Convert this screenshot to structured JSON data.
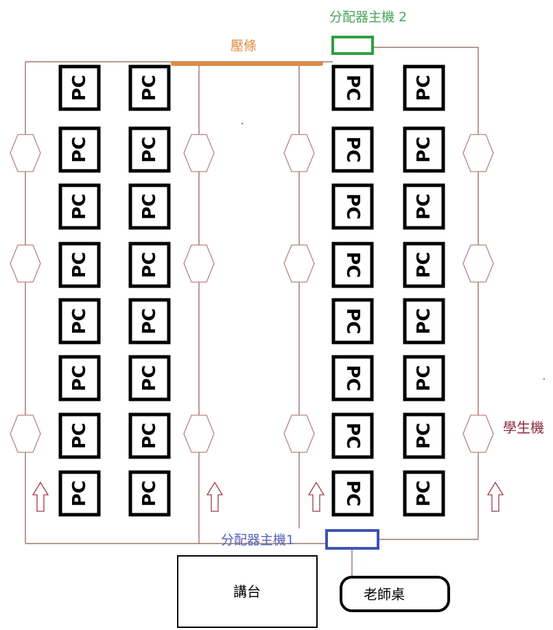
{
  "labels": {
    "hub2": "分配器主機 2",
    "hub1": "分配器主機1",
    "press_strip": "壓條",
    "student_machine": "學生機",
    "podium": "講台",
    "teacher_desk": "老師桌",
    "pc": "PC"
  },
  "colors": {
    "wire": "#8b5a52",
    "press_strip": "#e08a3c",
    "hub2": "#2e9e3e",
    "hub1": "#3f52b5",
    "hub2_text": "#46a35a",
    "hub1_text": "#5562b8",
    "student_text": "#8a2a3a",
    "hex": "#b7837e",
    "arrow": "#9c3a48"
  },
  "icons": [
    "up-arrow-icon",
    "hexagon-node-icon"
  ]
}
